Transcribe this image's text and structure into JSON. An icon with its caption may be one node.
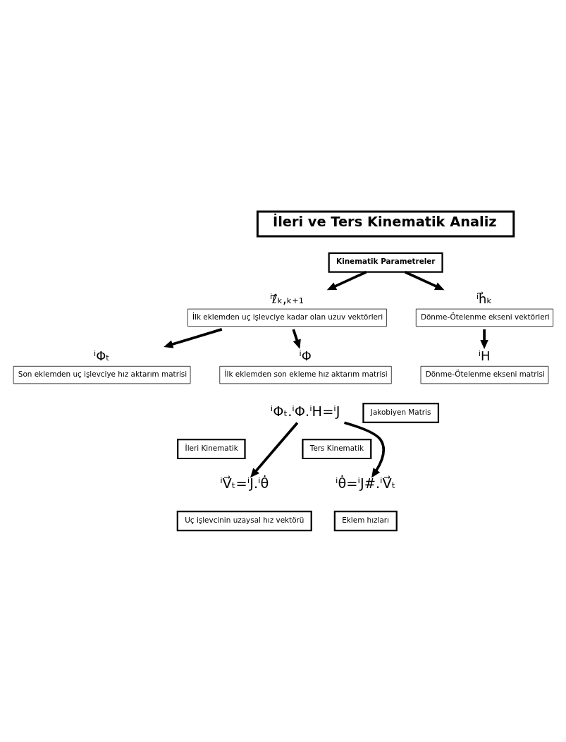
{
  "diagram": {
    "nodes": [
      {
        "text": [
          "İleri ve Ters Kinematik Analiz"
        ]
      },
      {
        "text": [
          "Kinematik Parametreler"
        ]
      },
      {
        "text": [
          "ⁱℓ⃗ₖ,ₖ₊₁",
          "İlk eklemden uç işlevciye kadar olan uzuv vektörleri"
        ]
      },
      {
        "text": [
          "ⁱh⃗ₖ",
          "Dönme-Ötelenme ekseni vektörleri"
        ]
      },
      {
        "text": [
          "ⁱΦₜ",
          "Son eklemden uç işlevciye hız aktarım matrisi"
        ]
      },
      {
        "text": [
          "ⁱΦ",
          "İlk eklemden son ekleme hız aktarım matrisi"
        ]
      },
      {
        "text": [
          "ⁱH",
          "Dönme-Ötelenme ekseni matrisi"
        ]
      },
      {
        "text": [
          "ⁱΦₜ.ⁱΦ.ⁱH=ⁱJ"
        ]
      },
      {
        "text": [
          "Jakobiyen Matris"
        ]
      },
      {
        "text": [
          "İleri Kinematik"
        ]
      },
      {
        "text": [
          "Ters Kinematik"
        ]
      },
      {
        "text": [
          "ⁱV⃗ₜ=ⁱJ.ⁱθ̇"
        ]
      },
      {
        "text": [
          "Uç işlevcinin uzaysal hız vektörü"
        ]
      },
      {
        "text": [
          "ⁱθ̇=ⁱJ#.ⁱV⃗ₜ"
        ]
      },
      {
        "text": [
          "Eklem hızları"
        ]
      }
    ],
    "edges": [
      {
        "from": 1,
        "to": 2,
        "arrow": "to"
      },
      {
        "from": 1,
        "to": 3,
        "arrow": "to"
      },
      {
        "from": 2,
        "to": 4,
        "arrow": "to"
      },
      {
        "from": 2,
        "to": 5,
        "arrow": "to"
      },
      {
        "from": 3,
        "to": 6,
        "arrow": "to"
      },
      {
        "from": 7,
        "to": 11,
        "arrow": "to"
      },
      {
        "from": 7,
        "to": 13,
        "arrow": "to"
      }
    ]
  }
}
